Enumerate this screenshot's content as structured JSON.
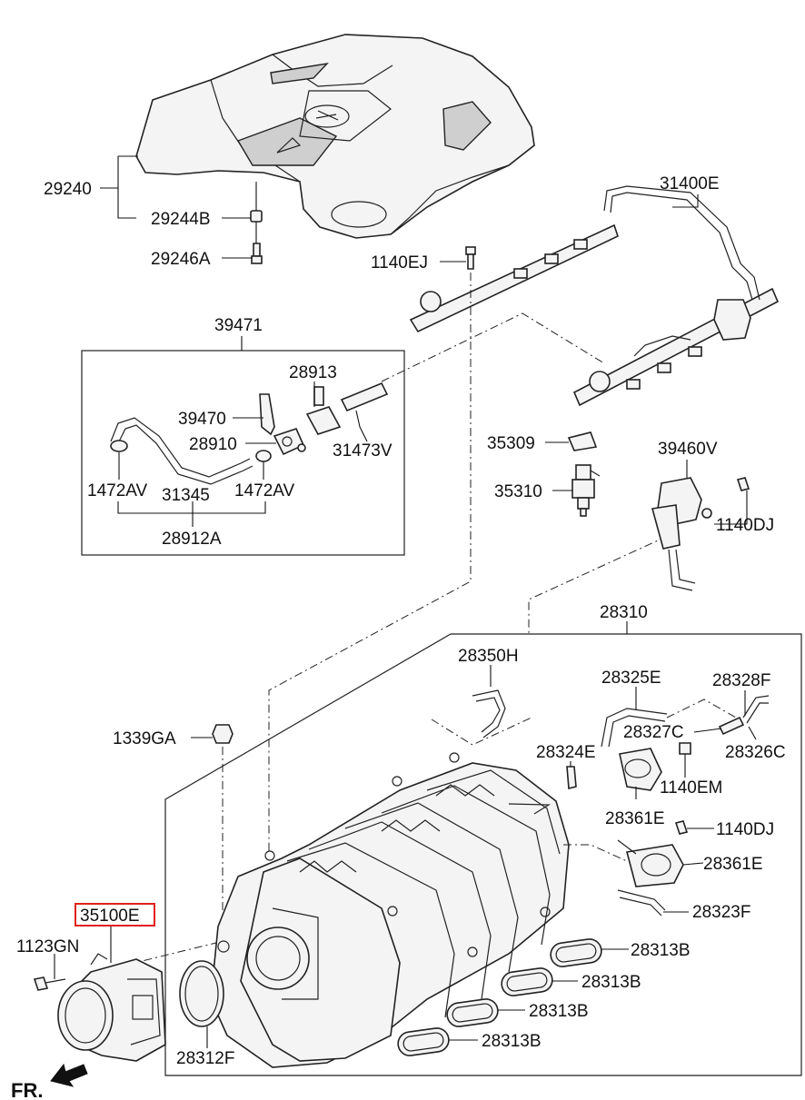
{
  "labels": {
    "p29240": "29240",
    "p29244B": "29244B",
    "p29246A": "29246A",
    "p31400E": "31400E",
    "p1140EJ": "1140EJ",
    "p39471": "39471",
    "p28913": "28913",
    "p39470": "39470",
    "p28910": "28910",
    "p31473V": "31473V",
    "p1472AV_left": "1472AV",
    "p31345": "31345",
    "p1472AV_right": "1472AV",
    "p28912A": "28912A",
    "p35309": "35309",
    "p35310": "35310",
    "p39460V": "39460V",
    "p1140DJ_top": "1140DJ",
    "p28310": "28310",
    "p28350H": "28350H",
    "p28325E": "28325E",
    "p28328F": "28328F",
    "p1339GA": "1339GA",
    "p28327C": "28327C",
    "p28324E": "28324E",
    "p28326C": "28326C",
    "p1140EM": "1140EM",
    "p28361E_a": "28361E",
    "p1140DJ_mid": "1140DJ",
    "p28361E_b": "28361E",
    "p35100E": "35100E",
    "p28323F": "28323F",
    "p1123GN": "1123GN",
    "p28313B_1": "28313B",
    "p28313B_2": "28313B",
    "p28313B_3": "28313B",
    "p28313B_4": "28313B",
    "p28312F": "28312F",
    "fr": "FR."
  },
  "highlight_label": "35100E",
  "colors": {
    "highlight": "#e0201c",
    "line": "#222222"
  }
}
